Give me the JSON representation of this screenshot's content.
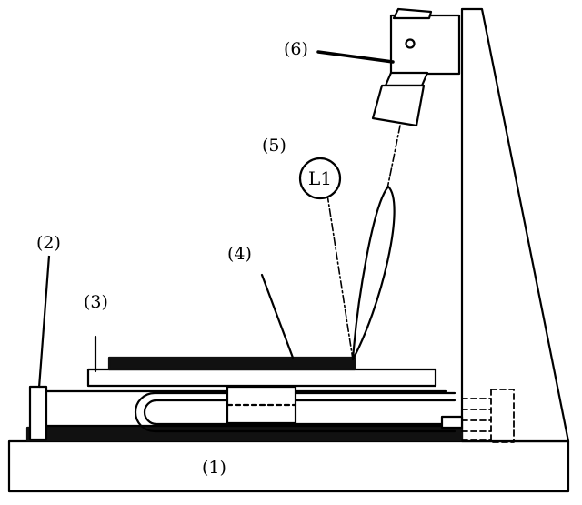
{
  "diagram": {
    "labels": {
      "base": "(1)",
      "post": "(2)",
      "table": "(3)",
      "sample": "(4)",
      "beam": "(5)",
      "camera": "(6)",
      "lens": "L1"
    },
    "colors": {
      "stroke": "#000000",
      "fill_dark": "#111111",
      "background": "#ffffff"
    }
  }
}
